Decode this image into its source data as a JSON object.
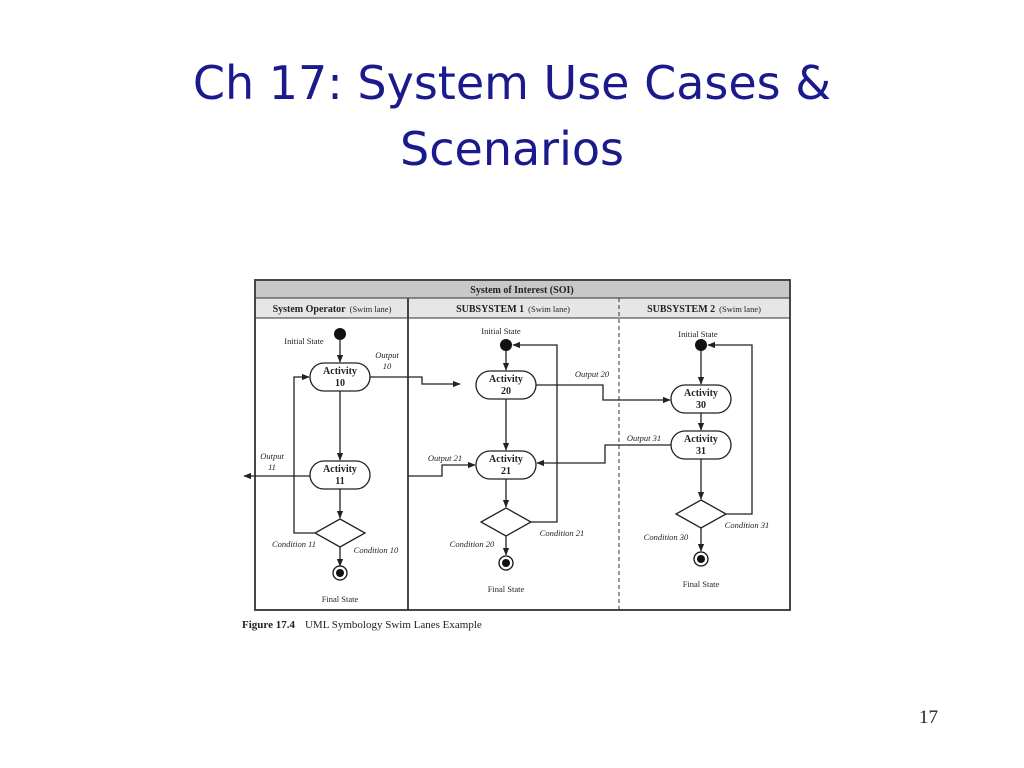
{
  "slide": {
    "title_line1": "Ch 17: System Use Cases &",
    "title_line2": "Scenarios",
    "page_number": "17"
  },
  "diagram": {
    "soi_header": "System of Interest (SOI)",
    "lanes": [
      {
        "title": "System Operator",
        "suffix": "(Swim lane)"
      },
      {
        "title": "SUBSYSTEM 1",
        "suffix": "(Swim lane)"
      },
      {
        "title": "SUBSYSTEM 2",
        "suffix": "(Swim lane)"
      }
    ],
    "initial_state": "Initial State",
    "final_state": "Final State",
    "activities": {
      "a10": {
        "line1": "Activity",
        "line2": "10"
      },
      "a11": {
        "line1": "Activity",
        "line2": "11"
      },
      "a20": {
        "line1": "Activity",
        "line2": "20"
      },
      "a21": {
        "line1": "Activity",
        "line2": "21"
      },
      "a30": {
        "line1": "Activity",
        "line2": "30"
      },
      "a31": {
        "line1": "Activity",
        "line2": "31"
      }
    },
    "outputs": {
      "o10_l1": "Output",
      "o10_l2": "10",
      "o11_l1": "Output",
      "o11_l2": "11",
      "o20": "Output 20",
      "o21": "Output 21",
      "o31": "Output 31"
    },
    "conditions": {
      "c10": "Condition 10",
      "c11": "Condition 11",
      "c20": "Condition 20",
      "c21": "Condition 21",
      "c30": "Condition 30",
      "c31": "Condition 31"
    }
  },
  "caption": {
    "figure_no": "Figure 17.4",
    "text": "UML Symbology Swim Lanes Example"
  }
}
